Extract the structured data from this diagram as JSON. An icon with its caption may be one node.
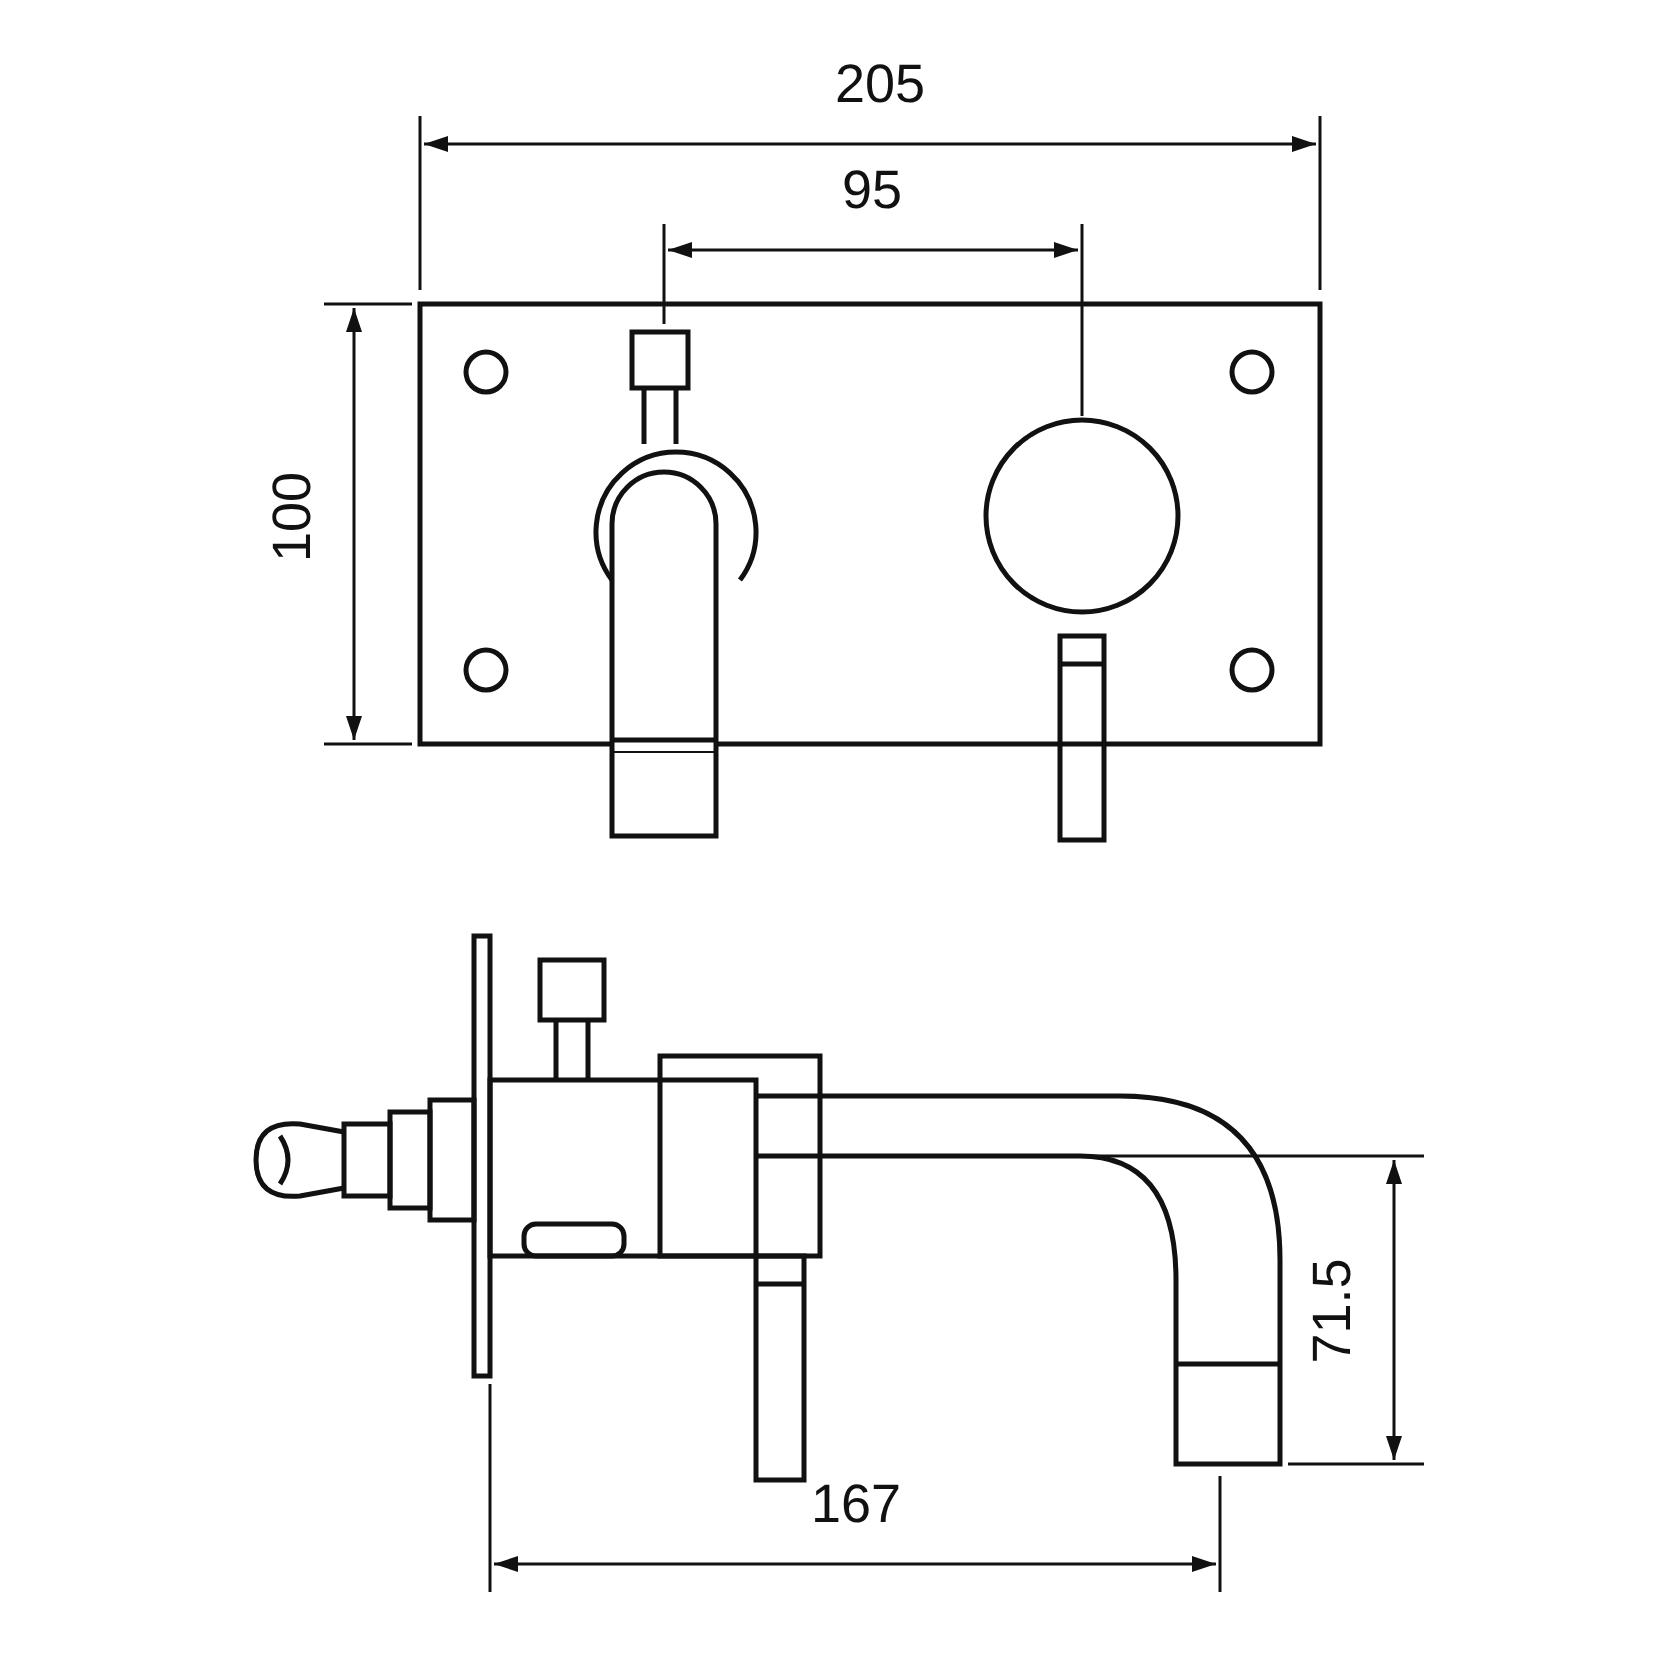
{
  "diagram": {
    "labels": [
      "205",
      "95",
      "100",
      "71.5",
      "167"
    ]
  }
}
